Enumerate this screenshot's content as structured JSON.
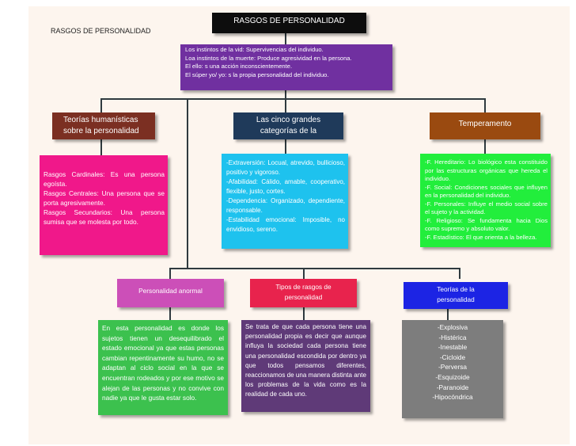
{
  "page_label": "RASGOS DE PERSONALIDAD",
  "title": "RASGOS DE PERSONALIDAD",
  "intro": "Los instintos de la vid: Supervivencias del individuo.\nLoa instintos de la muerte: Produce agresividad en la persona.\nEl ello: s una acción inconscientemente.\nEl súper yo/ yo: s la propia personalidad del individuo.",
  "branches": {
    "teorias_humanisticas": {
      "label": "Teorías humanísticas\nsobre la personalidad",
      "detail": "Rasgos Cardinales: Es una persona egoísta.\nRasgos Centrales: Una persona que se porta agresivamente.\nRasgos Secundarios: Una persona sumisa que se molesta por todo."
    },
    "cinco_categorias": {
      "label": "Las cinco grandes\ncategorías de la",
      "detail": "-Extraversión: Locual, atrevido, bullicioso, positivo y vigoroso.\n-Afabilidad: Cálido, amable, cooperativo, flexible, justo, cortes.\n-Dependencia: Organizado, dependiente, responsable.\n-Estabilidad emocional: Imposible, no envidioso, sereno."
    },
    "temperamento": {
      "label": "Temperamento",
      "detail": "-F. Hereditario: Lo biológico esta constituido por las estructuras orgánicas que hereda el individuo.\n-F. Social: Condiciones sociales que influyen en la personalidad del individuo.\n-F. Personales: Influye el medio social sobre el sujeto y la actividad.\n-F. Religioso: Se fundamenta hacia Dios como supremo y absoluto valor.\n-F. Estadístico: El que orienta a la belleza."
    },
    "personalidad_anormal": {
      "label": "Personalidad anormal",
      "detail": "En esta personalidad es donde los sujetos tienen un desequilibrado el estado emocional ya que estas personas cambian repentinamente su humo, no se adaptan al ciclo social en la que se encuentran rodeados y por ese motivo se alejan de las personas y no convive con nadie ya que le gusta estar solo."
    },
    "tipos_rasgos": {
      "label": "Tipos de rasgos de\npersonalidad",
      "detail": "Se trata de que cada persona tiene una personalidad propia es decir que aunque influya la sociedad cada persona tiene una personalidad escondida por dentro ya que todos pensamos diferentes, reaccionamos de una manera distinta ante los problemas de la vida como es la realidad de cada uno."
    },
    "teorias_personalidad": {
      "label": "Teorías de la\npersonalidad",
      "items": [
        "-Explosiva",
        "-Histérica",
        "-Inestable",
        "-Cicloide",
        "-Perversa",
        "-Esquizoide",
        "-Paranoide",
        "-Hipocóndrica"
      ]
    }
  },
  "colors": {
    "title_bg": "#0d0d0d",
    "intro_bg": "#7030a0",
    "teorias_humanisticas_bg": "#7b2f22",
    "cinco_categorias_bg": "#1f3a5a",
    "temperamento_bg": "#9a4a10",
    "pink_detail_bg": "#f0188a",
    "cyan_detail_bg": "#1ec2ee",
    "green_detail_bg": "#22ee3c",
    "personalidad_anormal_bg": "#cc4fb8",
    "tipos_rasgos_bg": "#e8234d",
    "teorias_personalidad_bg": "#1c24e4",
    "green2_detail_bg": "#3cc14e",
    "purple_detail_bg": "#5f3a78",
    "grey_detail_bg": "#7d7d7d"
  }
}
